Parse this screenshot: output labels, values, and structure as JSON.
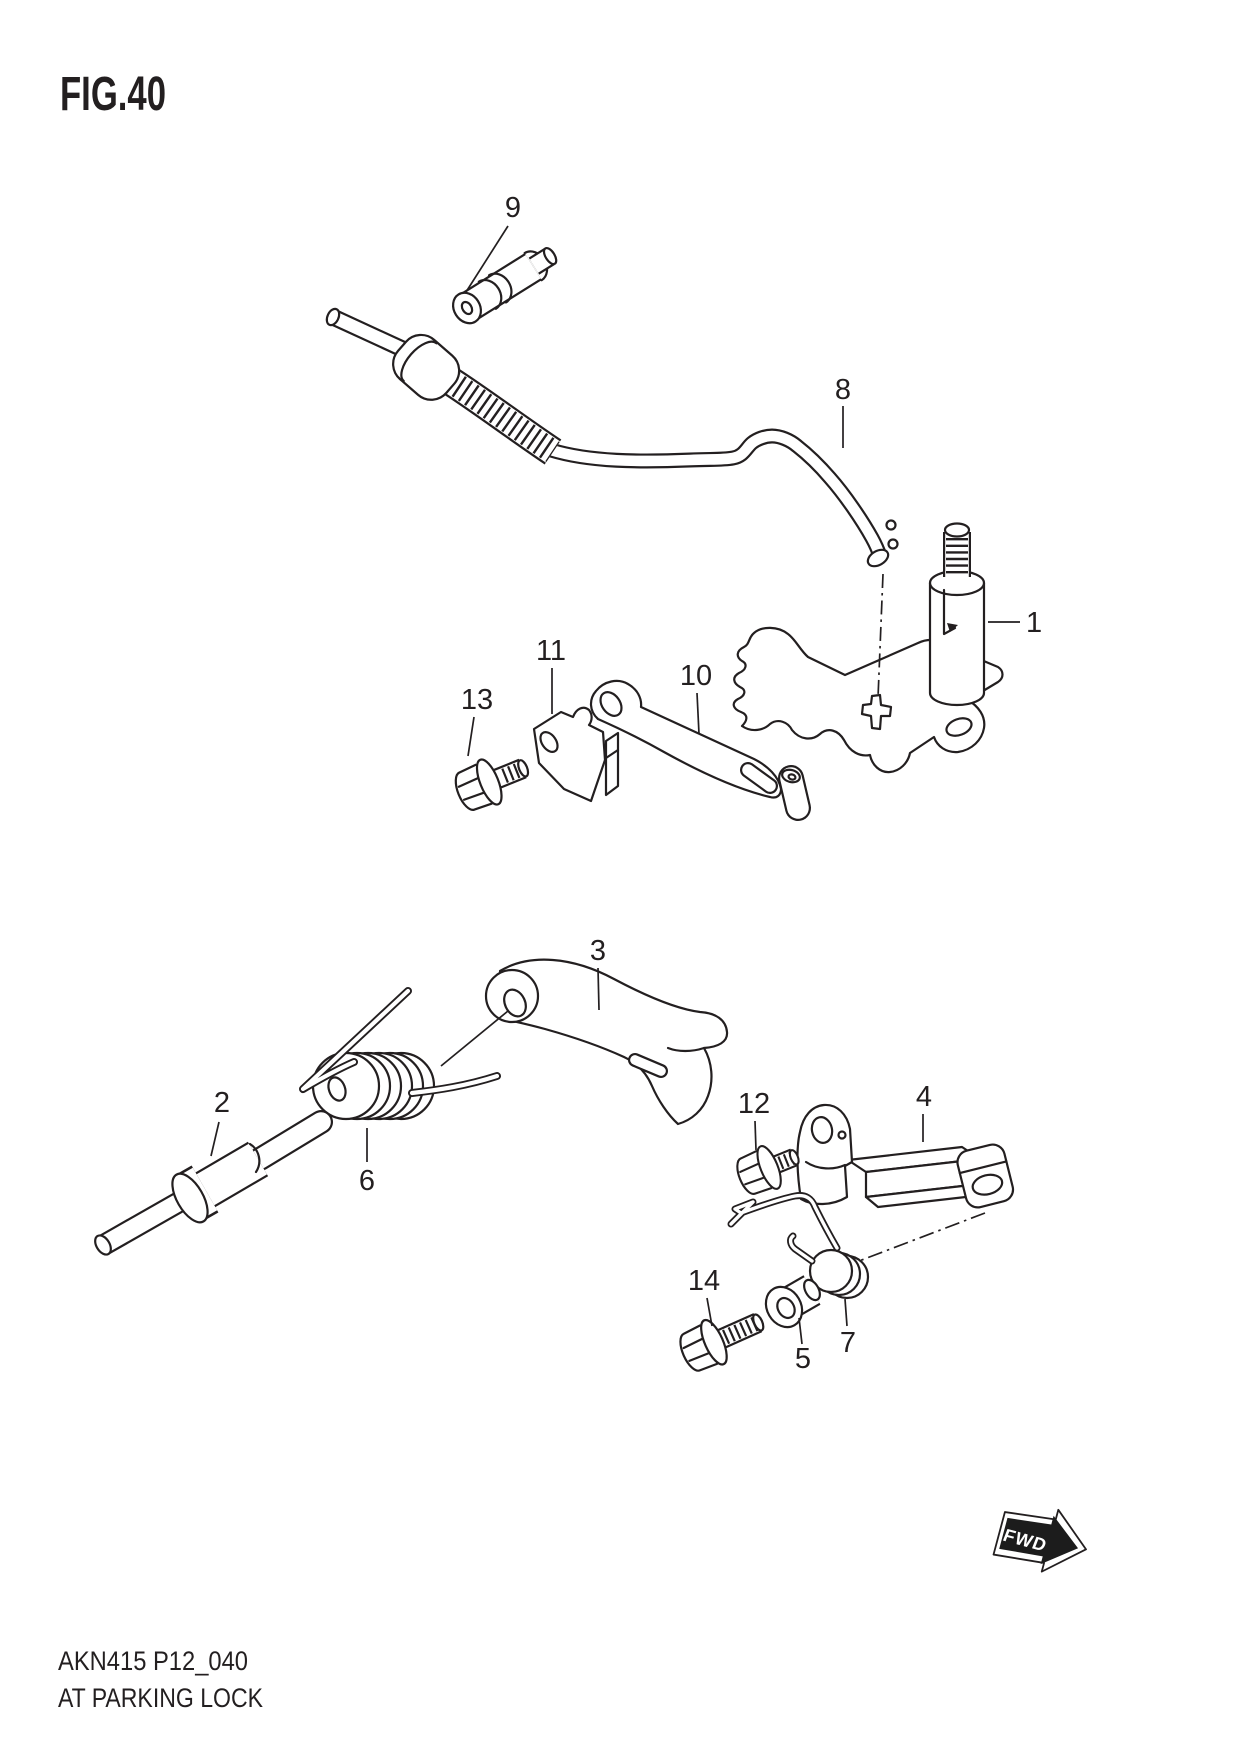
{
  "figure": {
    "title": "FIG.40",
    "code": "AKN415 P12_040",
    "caption": "AT PARKING LOCK"
  },
  "direction_indicator": {
    "label": "FWD"
  },
  "callouts": [
    "1",
    "2",
    "3",
    "4",
    "5",
    "6",
    "7",
    "8",
    "9",
    "10",
    "11",
    "12",
    "13",
    "14"
  ],
  "colors": {
    "line": "#231f20",
    "background": "#ffffff",
    "arrow_fill": "#1c1c1c"
  }
}
